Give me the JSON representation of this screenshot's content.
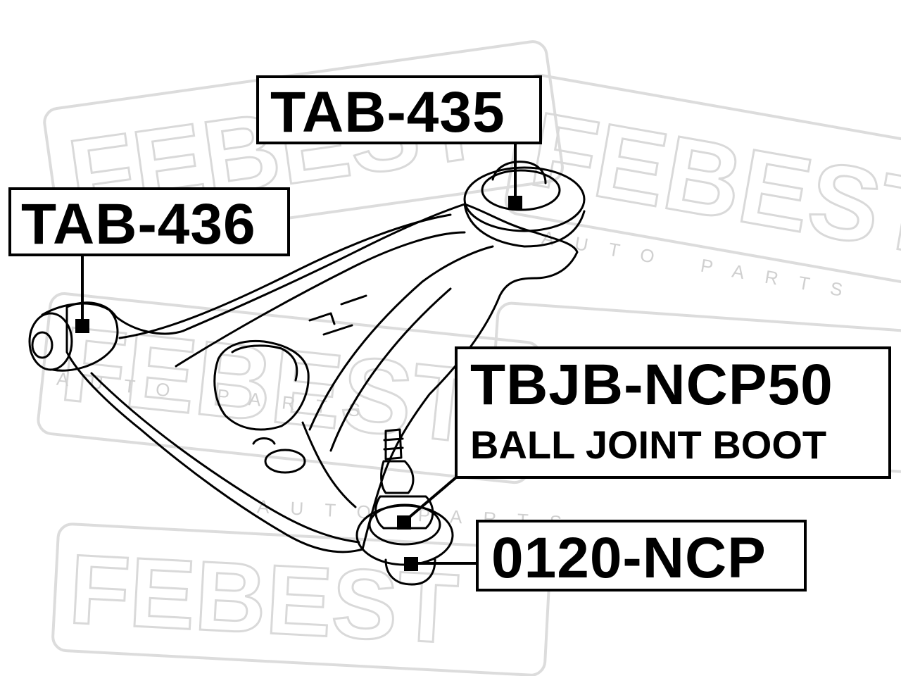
{
  "watermark": {
    "brand": "FEBEST",
    "tagline": "AUTO PARTS"
  },
  "labels": {
    "tab435": {
      "code": "TAB-435"
    },
    "tab436": {
      "code": "TAB-436"
    },
    "tbjb": {
      "code": "TBJB-NCP50",
      "description": "BALL JOINT BOOT"
    },
    "ball_joint": {
      "code": "0120-NCP"
    }
  }
}
